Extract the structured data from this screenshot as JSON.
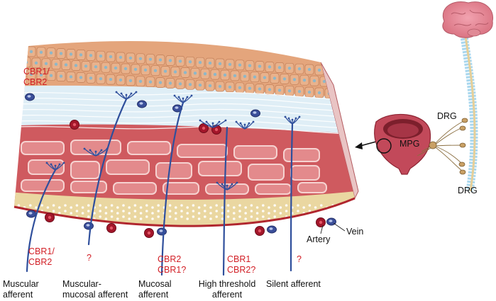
{
  "colors": {
    "receptor_text": "#d21f26",
    "label_text": "#111111",
    "nerve": "#2f4f9c",
    "epithelium": "#e4a57c",
    "submucosa": "#dfeef6",
    "muscle": "#cf5a5f",
    "adventitia": "#ead7a1",
    "artery": "#a3162a",
    "vein": "#3b4f9a"
  },
  "receptors": {
    "urothelium": "CBR1/\nCBR2",
    "muscular": "CBR1/\nCBR2",
    "muscular_mucosal": "?",
    "mucosal": "CBR2\nCBR1?",
    "high_threshold": "CBR1\nCBR2?",
    "silent": "?"
  },
  "afferents": {
    "muscular": "Muscular\nafferent",
    "muscular_mucosal": "Muscular-\nmucosal afferent",
    "mucosal": "Mucosal\nafferent",
    "high_threshold": "High threshold\nafferent",
    "silent": "Silent afferent"
  },
  "vessels": {
    "artery": "Artery",
    "vein": "Vein"
  },
  "anatomy": {
    "mpg": "MPG",
    "drg_upper": "DRG",
    "drg_lower": "DRG"
  },
  "icons": [
    "brain-icon",
    "spinal-cord-icon",
    "bladder-icon",
    "arrow-icon"
  ]
}
